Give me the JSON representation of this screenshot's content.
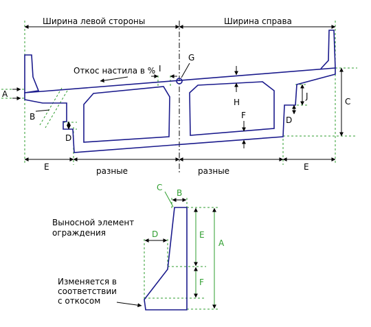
{
  "section": {
    "width_left_label": "Ширина левой стороны",
    "width_right_label": "Ширина справа",
    "deck_slope_label": "Откос настила в %",
    "varies_left_label": "разные",
    "varies_right_label": "разные",
    "labels": {
      "A": "A",
      "B": "B",
      "C": "C",
      "D_left": "D",
      "D_right": "D",
      "E_left": "E",
      "E_right": "E",
      "F": "F",
      "G": "G",
      "H": "H",
      "I": "I",
      "J": "J"
    }
  },
  "barrier_detail": {
    "title": "Выносной элемент ограждения",
    "note": "Изменяется в соответствии с откосом",
    "labels": {
      "A": "A",
      "B": "B",
      "C": "C",
      "D": "D",
      "E": "E",
      "F": "F"
    }
  },
  "colors": {
    "outline": "#1a1a8c",
    "guides": "#2e9e2e",
    "dimensions": "#000000"
  }
}
